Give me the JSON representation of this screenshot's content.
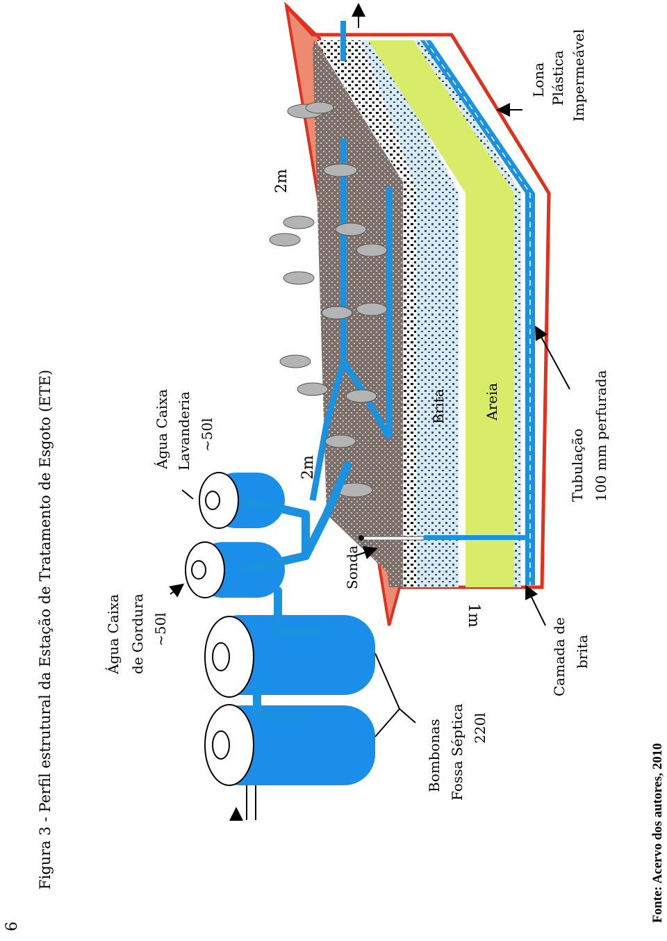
{
  "page_number": "6",
  "figure_caption": "Figura 3 - Perfil estrutural da Estação de Tratamento de Esgoto (ETE)",
  "source_caption": "Fonte: Acervo dos autores, 2010",
  "labels": {
    "lona_1": "Lona",
    "lona_2": "Plástica",
    "lona_3": "Impermeável",
    "dim_top": "2m",
    "dim_side": "2m",
    "dim_depth": "1m",
    "brita": "Brita",
    "areia": "Areia",
    "tub_1": "Tubulação",
    "tub_2": "100 mm perfurada",
    "camada_1": "Camada de",
    "camada_2": "brita",
    "sonda": "Sonda",
    "lav_1": "Água Caixa",
    "lav_2": "Lavanderia",
    "lav_3": "~50l",
    "gord_1": "Água Caixa",
    "gord_2": "de Gordura",
    "gord_3": "~50l",
    "bomb_1": "Bombonas",
    "bomb_2": "Fossa Séptica",
    "bomb_3": "220l"
  },
  "colors": {
    "liner_red": "#e0301e",
    "liner_salmon": "#ec8a72",
    "soil": "#7d6f69",
    "gravel_white": "#f4f4f4",
    "gravel_blue": "#d6ebf5",
    "sand": "#d8ec6a",
    "pipe_blue": "#1a92e0",
    "barrel_blue": "#1a8ee8"
  }
}
